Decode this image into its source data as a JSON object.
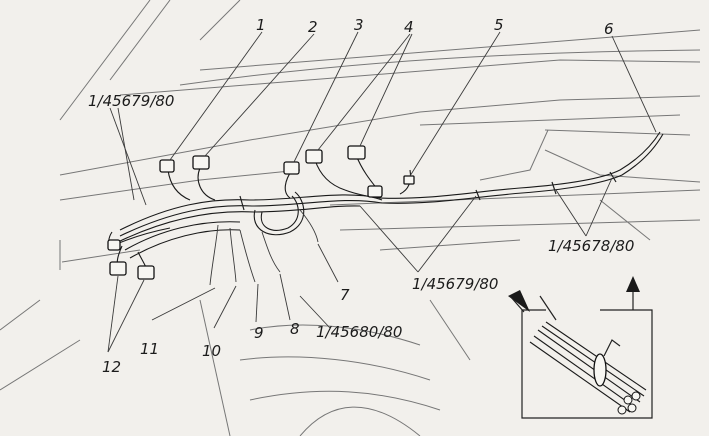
{
  "labels": {
    "n1": "1",
    "n2": "2",
    "n3": "3",
    "n4": "4",
    "n5": "5",
    "n6": "6",
    "n7": "7",
    "n8": "8",
    "n9": "9",
    "n10": "10",
    "n11": "11",
    "n12": "12",
    "part_top_left": "1/45679/80",
    "part_right": "1/45678/80",
    "part_center": "1/45679/80",
    "part_bottom": "1/45680/80"
  }
}
